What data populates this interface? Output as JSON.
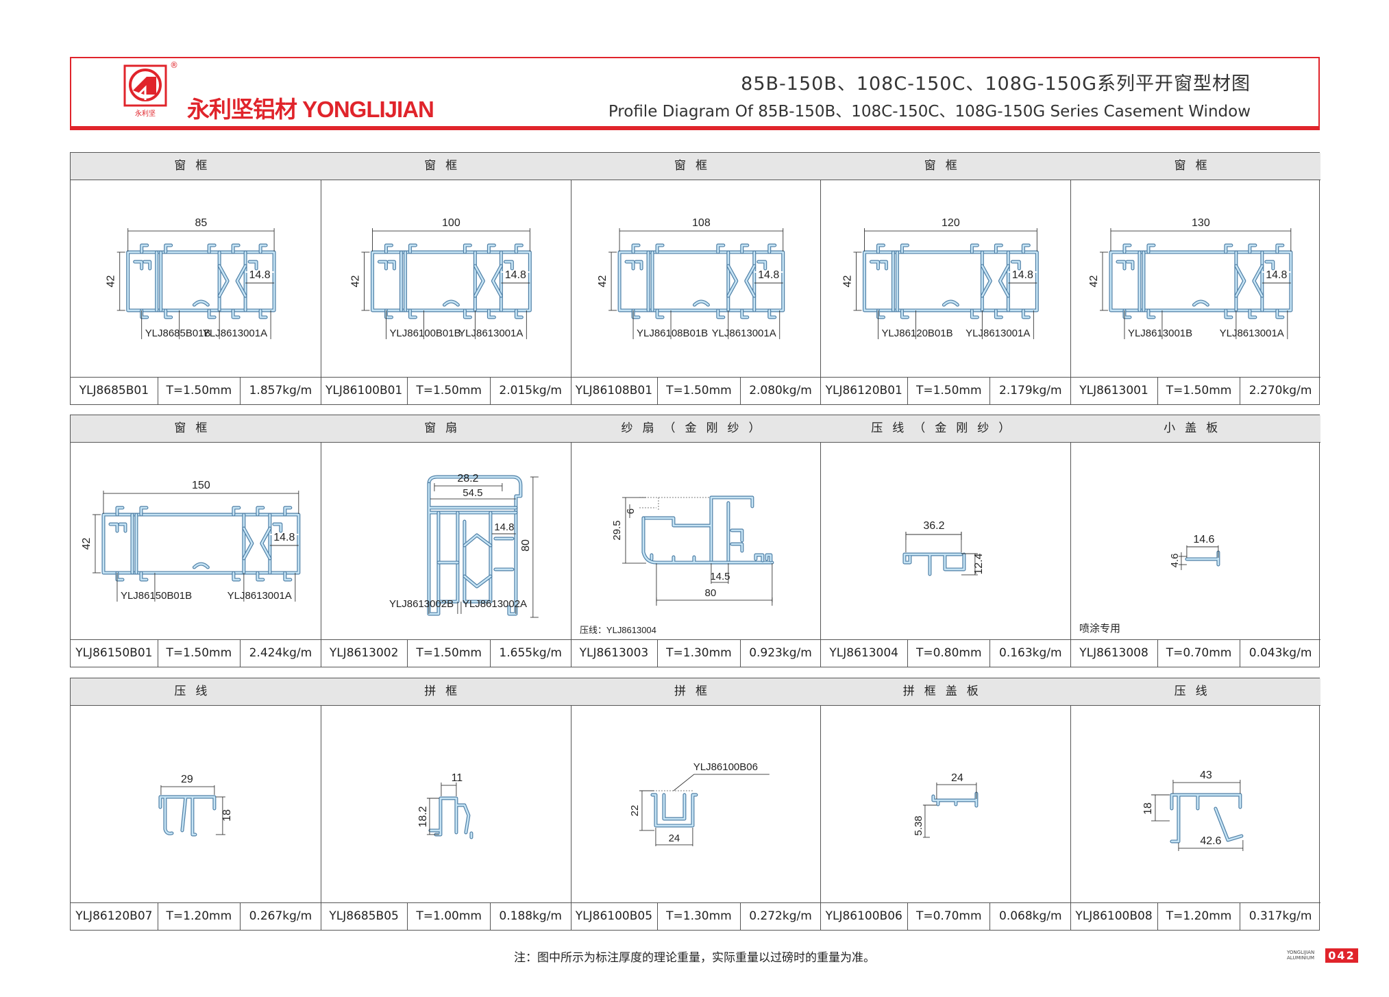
{
  "header": {
    "brand": "永利坚铝材 YONGLIJIAN",
    "logo_text": "永利坚",
    "registered_mark": "®",
    "title_cn": "85B-150B、108C-150C、108G-150G系列平开窗型材图",
    "title_en": "Profile Diagram Of 85B-150B、108C-150C、108G-150G Series Casement Window"
  },
  "colors": {
    "brand_red": "#e0242b",
    "profile_fill": "#c6e4f5",
    "profile_edge": "#4d7ea5",
    "header_bg": "#e6e6e6"
  },
  "rows": [
    {
      "cells": [
        {
          "header": "窗框",
          "code": "YLJ8685B01",
          "thickness": "T=1.50mm",
          "weight": "1.857kg/m",
          "kind": "frame",
          "dims": {
            "width": "85",
            "height": "42",
            "inner": "14.8",
            "part_left": "YLJ8685B01B",
            "part_right": "YLJ8613001A"
          }
        },
        {
          "header": "窗框",
          "code": "YLJ86100B01",
          "thickness": "T=1.50mm",
          "weight": "2.015kg/m",
          "kind": "frame",
          "dims": {
            "width": "100",
            "height": "42",
            "inner": "14.8",
            "part_left": "YLJ86100B01B",
            "part_right": "YLJ8613001A"
          }
        },
        {
          "header": "窗框",
          "code": "YLJ86108B01",
          "thickness": "T=1.50mm",
          "weight": "2.080kg/m",
          "kind": "frame",
          "dims": {
            "width": "108",
            "height": "42",
            "inner": "14.8",
            "part_left": "YLJ86108B01B",
            "part_right": "YLJ8613001A"
          }
        },
        {
          "header": "窗框",
          "code": "YLJ86120B01",
          "thickness": "T=1.50mm",
          "weight": "2.179kg/m",
          "kind": "frame",
          "dims": {
            "width": "120",
            "height": "42",
            "inner": "14.8",
            "part_left": "YLJ86120B01B",
            "part_right": "YLJ8613001A"
          }
        },
        {
          "header": "窗框",
          "code": "YLJ8613001",
          "thickness": "T=1.50mm",
          "weight": "2.270kg/m",
          "kind": "frame",
          "dims": {
            "width": "130",
            "height": "42",
            "inner": "14.8",
            "part_left": "YLJ8613001B",
            "part_right": "YLJ8613001A"
          }
        }
      ]
    },
    {
      "cells": [
        {
          "header": "窗框",
          "code": "YLJ86150B01",
          "thickness": "T=1.50mm",
          "weight": "2.424kg/m",
          "kind": "frame",
          "dims": {
            "width": "150",
            "height": "42",
            "inner": "14.8",
            "part_left": "YLJ86150B01B",
            "part_right": "YLJ8613001A"
          }
        },
        {
          "header": "窗扇",
          "code": "YLJ8613002",
          "thickness": "T=1.50mm",
          "weight": "1.655kg/m",
          "kind": "sash",
          "dims": {
            "top": "28.2",
            "width": "54.5",
            "inner": "14.8",
            "height": "80",
            "part_left": "YLJ8613002B",
            "part_right": "YLJ8613002A"
          }
        },
        {
          "header": "纱扇（金刚纱）",
          "code": "YLJ8613003",
          "thickness": "T=1.30mm",
          "weight": "0.923kg/m",
          "kind": "screen",
          "dims": {
            "height": "29.5",
            "lip": "6",
            "inner": "14.5",
            "width": "80",
            "note": "压线：YLJ8613004"
          }
        },
        {
          "header": "压线（金刚纱）",
          "code": "YLJ8613004",
          "thickness": "T=0.80mm",
          "weight": "0.163kg/m",
          "kind": "bead1",
          "dims": {
            "width": "36.2",
            "height": "12.4"
          }
        },
        {
          "header": "小盖板",
          "code": "YLJ8613008",
          "thickness": "T=0.70mm",
          "weight": "0.043kg/m",
          "kind": "cover",
          "dims": {
            "width": "14.6",
            "height": "4.6",
            "note": "喷涂专用"
          }
        }
      ]
    },
    {
      "cells": [
        {
          "header": "压线",
          "code": "YLJ86120B07",
          "thickness": "T=1.20mm",
          "weight": "0.267kg/m",
          "kind": "bead2",
          "dims": {
            "width": "29",
            "height": "18"
          }
        },
        {
          "header": "拼框",
          "code": "YLJ8685B05",
          "thickness": "T=1.00mm",
          "weight": "0.188kg/m",
          "kind": "mullion1",
          "dims": {
            "width": "11",
            "height": "18.2"
          }
        },
        {
          "header": "拼框",
          "code": "YLJ86100B05",
          "thickness": "T=1.30mm",
          "weight": "0.272kg/m",
          "kind": "mullion2",
          "dims": {
            "part": "YLJ86100B06",
            "height": "22",
            "width": "24"
          }
        },
        {
          "header": "拼框盖板",
          "code": "YLJ86100B06",
          "thickness": "T=0.70mm",
          "weight": "0.068kg/m",
          "kind": "capcover",
          "dims": {
            "width": "24",
            "height": "5.38"
          }
        },
        {
          "header": "压线",
          "code": "YLJ86100B08",
          "thickness": "T=1.20mm",
          "weight": "0.317kg/m",
          "kind": "bead3",
          "dims": {
            "top": "43",
            "height": "18",
            "bottom": "42.6"
          }
        }
      ]
    }
  ],
  "footer": {
    "note": "注：图中所示为标注厚度的理论重量，实际重量以过磅时的重量为准。",
    "page_brand": "YONGLIJIAN ALUMINIUM",
    "page_number": "042"
  }
}
